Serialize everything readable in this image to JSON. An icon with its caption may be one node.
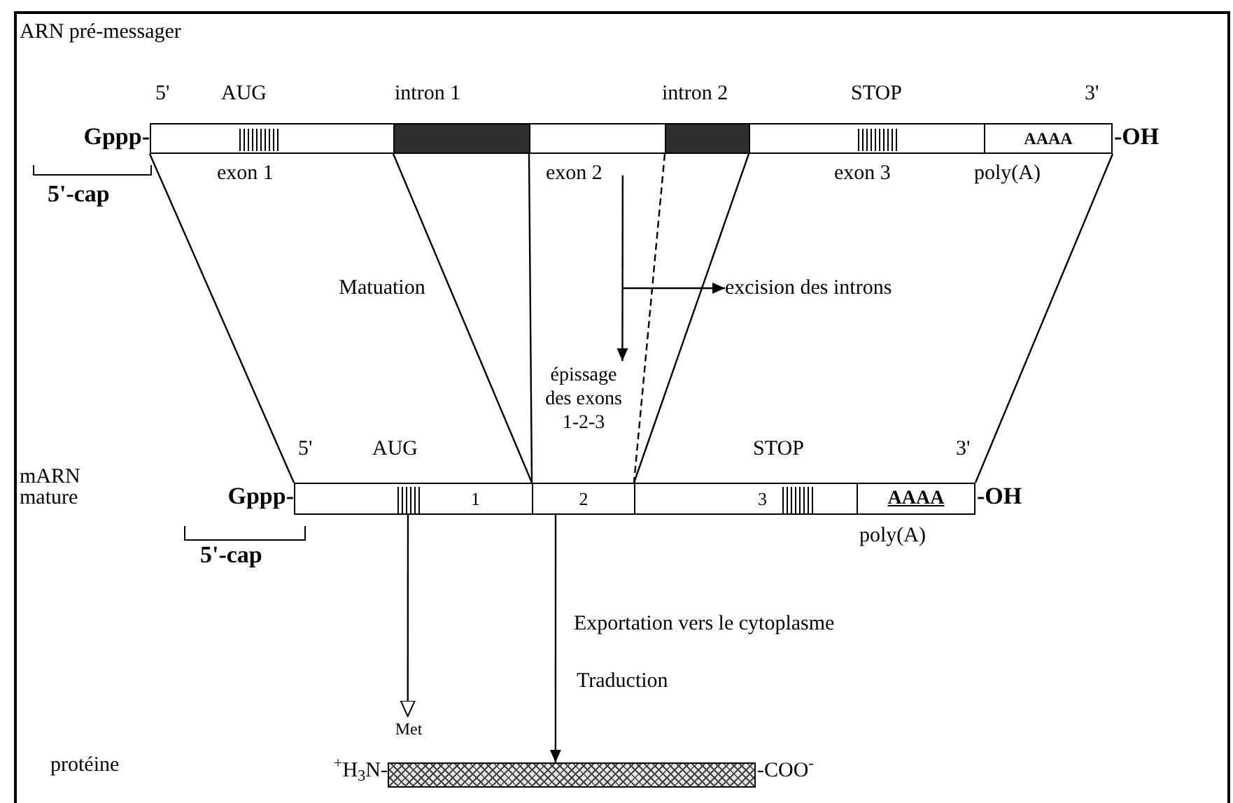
{
  "diagram": {
    "nodes": [
      {
        "text": [],
        "shape": "bar",
        "beside": [
          "Gppp-",
          "-OH"
        ]
      },
      {
        "text": [],
        "shape": "box",
        "in": 0,
        "beside": [
          "exon 1"
        ]
      },
      {
        "text": [],
        "shape": "box",
        "in": 1,
        "beside": [
          "AUG"
        ]
      },
      {
        "text": [],
        "shape": "box",
        "in": 0,
        "beside": [
          "intron 1"
        ]
      },
      {
        "text": [],
        "shape": "box",
        "in": 0,
        "beside": [
          "exon 2"
        ]
      },
      {
        "text": [],
        "shape": "box",
        "in": 0,
        "beside": [
          "intron 2"
        ]
      },
      {
        "text": [],
        "shape": "box",
        "in": 0,
        "beside": [
          "exon 3"
        ]
      },
      {
        "text": [],
        "shape": "box",
        "in": 6,
        "beside": [
          "STOP"
        ]
      },
      {
        "text": [
          "AAAA"
        ],
        "in": 0,
        "beside": [
          "poly(A)"
        ]
      },
      {
        "text": [
          "Matuation"
        ]
      },
      {
        "text": [
          "excision des introns"
        ]
      },
      {
        "text": [
          "épissage des exons 1-2-3"
        ]
      },
      {
        "text": [],
        "shape": "bar",
        "beside": [
          "Gppp-",
          "-OH"
        ]
      },
      {
        "text": [
          "1"
        ],
        "in": 12
      },
      {
        "text": [],
        "shape": "box",
        "in": 13,
        "beside": [
          "AUG"
        ]
      },
      {
        "text": [
          "2"
        ],
        "in": 12
      },
      {
        "text": [
          "3"
        ],
        "in": 12
      },
      {
        "text": [],
        "shape": "box",
        "in": 16,
        "beside": [
          "STOP"
        ]
      },
      {
        "text": [
          "AAAA"
        ],
        "in": 12,
        "beside": [
          "poly(A)"
        ]
      },
      {
        "text": [
          "Met"
        ]
      },
      {
        "text": [],
        "shape": "bar",
        "beside": [
          "$^{+}$H$_{3}$N-",
          "-COO$^{-}$"
        ]
      }
    ],
    "edges": [
      {
        "from": 1,
        "to": 13,
        "arrow": "none"
      },
      {
        "from": 1,
        "to": 13,
        "arrow": "none"
      },
      {
        "from": 4,
        "to": 15,
        "arrow": "none"
      },
      {
        "from": 4,
        "to": 15,
        "arrow": "none",
        "style": "dashed"
      },
      {
        "from": 6,
        "to": 16,
        "arrow": "none"
      },
      {
        "from": 8,
        "to": 18,
        "arrow": "none"
      },
      {
        "from": 4,
        "to": 11,
        "arrow": "to"
      },
      {
        "from": null,
        "to": 10,
        "arrow": "to"
      },
      {
        "from": 14,
        "to": 19,
        "arrow": "to"
      },
      {
        "from": 15,
        "to": 20,
        "arrow": "to"
      }
    ],
    "labels": [
      "ARN pré-messager",
      "5'",
      "3'",
      "5'-cap",
      "mARN mature",
      "5'",
      "3'",
      "5'-cap",
      "Exportation vers le cytoplasme",
      "Traduction",
      "protéine"
    ]
  }
}
